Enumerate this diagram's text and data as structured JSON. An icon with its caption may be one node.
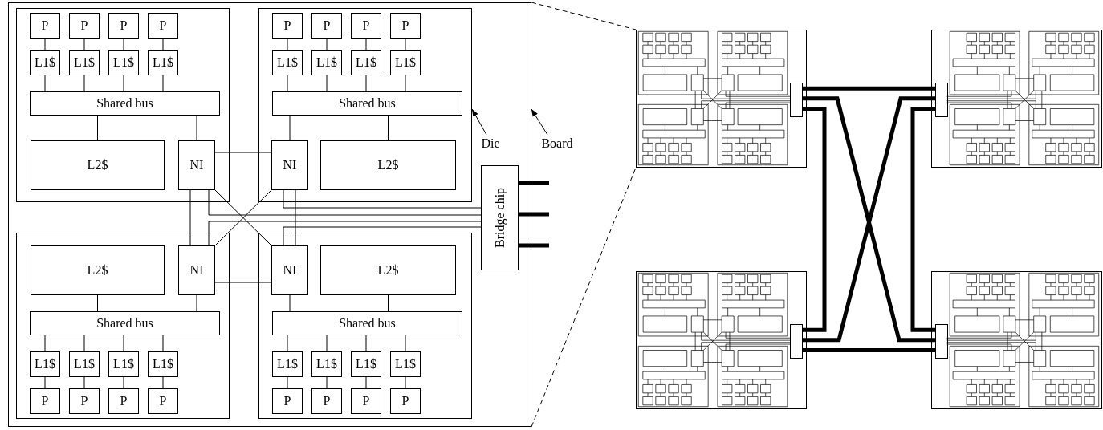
{
  "diagram": {
    "nodes": [
      {
        "text": [],
        "shape": "box"
      },
      {
        "text": [],
        "shape": "box",
        "in": 0
      },
      {
        "text": [
          "P"
        ],
        "in": 1
      },
      {
        "text": [
          "P"
        ],
        "in": 1
      },
      {
        "text": [
          "P"
        ],
        "in": 1
      },
      {
        "text": [
          "P"
        ],
        "in": 1
      },
      {
        "text": [
          "L1$"
        ],
        "in": 1
      },
      {
        "text": [
          "L1$"
        ],
        "in": 1
      },
      {
        "text": [
          "L1$"
        ],
        "in": 1
      },
      {
        "text": [
          "L1$"
        ],
        "in": 1
      },
      {
        "text": [
          "Shared bus"
        ],
        "in": 1
      },
      {
        "text": [
          "L2$"
        ],
        "in": 1
      },
      {
        "text": [
          "NI"
        ],
        "in": 1
      },
      {
        "text": [],
        "shape": "box",
        "in": 0
      },
      {
        "text": [
          "P"
        ],
        "in": 13
      },
      {
        "text": [
          "P"
        ],
        "in": 13
      },
      {
        "text": [
          "P"
        ],
        "in": 13
      },
      {
        "text": [
          "P"
        ],
        "in": 13
      },
      {
        "text": [
          "L1$"
        ],
        "in": 13
      },
      {
        "text": [
          "L1$"
        ],
        "in": 13
      },
      {
        "text": [
          "L1$"
        ],
        "in": 13
      },
      {
        "text": [
          "L1$"
        ],
        "in": 13
      },
      {
        "text": [
          "Shared bus"
        ],
        "in": 13
      },
      {
        "text": [
          "NI"
        ],
        "in": 13
      },
      {
        "text": [
          "L2$"
        ],
        "in": 13
      },
      {
        "text": [
          "Bridge chip"
        ],
        "in": 0
      },
      {
        "text": [
          "Die"
        ],
        "in": 0
      },
      {
        "text": [
          "Board"
        ]
      },
      {
        "text": [],
        "shape": "box",
        "in": 0
      },
      {
        "text": [
          "L2$"
        ],
        "in": 28
      },
      {
        "text": [
          "NI"
        ],
        "in": 28
      },
      {
        "text": [
          "Shared bus"
        ],
        "in": 28
      },
      {
        "text": [
          "L1$"
        ],
        "in": 28
      },
      {
        "text": [
          "L1$"
        ],
        "in": 28
      },
      {
        "text": [
          "L1$"
        ],
        "in": 28
      },
      {
        "text": [
          "L1$"
        ],
        "in": 28
      },
      {
        "text": [
          "P"
        ],
        "in": 28
      },
      {
        "text": [
          "P"
        ],
        "in": 28
      },
      {
        "text": [
          "P"
        ],
        "in": 28
      },
      {
        "text": [
          "P"
        ],
        "in": 28
      },
      {
        "text": [],
        "shape": "box",
        "in": 0
      },
      {
        "text": [
          "NI"
        ],
        "in": 40
      },
      {
        "text": [
          "L2$"
        ],
        "in": 40
      },
      {
        "text": [
          "Shared bus"
        ],
        "in": 40
      },
      {
        "text": [
          "L1$"
        ],
        "in": 40
      },
      {
        "text": [
          "L1$"
        ],
        "in": 40
      },
      {
        "text": [
          "L1$"
        ],
        "in": 40
      },
      {
        "text": [
          "L1$"
        ],
        "in": 40
      },
      {
        "text": [
          "P"
        ],
        "in": 40
      },
      {
        "text": [
          "P"
        ],
        "in": 40
      },
      {
        "text": [
          "P"
        ],
        "in": 40
      },
      {
        "text": [
          "P"
        ],
        "in": 40
      },
      {
        "text": [],
        "shape": "box"
      },
      {
        "text": [],
        "shape": "box",
        "in": 52
      },
      {
        "text": [],
        "shape": "box"
      },
      {
        "text": [],
        "shape": "box",
        "in": 54
      },
      {
        "text": [],
        "shape": "box"
      },
      {
        "text": [],
        "shape": "box",
        "in": 56
      },
      {
        "text": [],
        "shape": "box"
      },
      {
        "text": [],
        "shape": "box",
        "in": 58
      }
    ],
    "edges": [
      {
        "from": 2,
        "to": 6,
        "arrow": "none"
      },
      {
        "from": 3,
        "to": 7,
        "arrow": "none"
      },
      {
        "from": 4,
        "to": 8,
        "arrow": "none"
      },
      {
        "from": 5,
        "to": 9,
        "arrow": "none"
      },
      {
        "from": 6,
        "to": 10,
        "arrow": "none"
      },
      {
        "from": 7,
        "to": 10,
        "arrow": "none"
      },
      {
        "from": 8,
        "to": 10,
        "arrow": "none"
      },
      {
        "from": 9,
        "to": 10,
        "arrow": "none"
      },
      {
        "from": 10,
        "to": 11,
        "arrow": "none"
      },
      {
        "from": 10,
        "to": 12,
        "arrow": "none"
      },
      {
        "from": 14,
        "to": 18,
        "arrow": "none"
      },
      {
        "from": 15,
        "to": 19,
        "arrow": "none"
      },
      {
        "from": 16,
        "to": 20,
        "arrow": "none"
      },
      {
        "from": 17,
        "to": 21,
        "arrow": "none"
      },
      {
        "from": 18,
        "to": 22,
        "arrow": "none"
      },
      {
        "from": 19,
        "to": 22,
        "arrow": "none"
      },
      {
        "from": 20,
        "to": 22,
        "arrow": "none"
      },
      {
        "from": 21,
        "to": 22,
        "arrow": "none"
      },
      {
        "from": 22,
        "to": 24,
        "arrow": "none"
      },
      {
        "from": 22,
        "to": 23,
        "arrow": "none"
      },
      {
        "from": 29,
        "to": 31,
        "arrow": "none"
      },
      {
        "from": 30,
        "to": 31,
        "arrow": "none"
      },
      {
        "from": 31,
        "to": 32,
        "arrow": "none"
      },
      {
        "from": 31,
        "to": 33,
        "arrow": "none"
      },
      {
        "from": 31,
        "to": 34,
        "arrow": "none"
      },
      {
        "from": 31,
        "to": 35,
        "arrow": "none"
      },
      {
        "from": 32,
        "to": 36,
        "arrow": "none"
      },
      {
        "from": 33,
        "to": 37,
        "arrow": "none"
      },
      {
        "from": 34,
        "to": 38,
        "arrow": "none"
      },
      {
        "from": 35,
        "to": 39,
        "arrow": "none"
      },
      {
        "from": 41,
        "to": 43,
        "arrow": "none"
      },
      {
        "from": 42,
        "to": 43,
        "arrow": "none"
      },
      {
        "from": 43,
        "to": 44,
        "arrow": "none"
      },
      {
        "from": 43,
        "to": 45,
        "arrow": "none"
      },
      {
        "from": 43,
        "to": 46,
        "arrow": "none"
      },
      {
        "from": 43,
        "to": 47,
        "arrow": "none"
      },
      {
        "from": 44,
        "to": 48,
        "arrow": "none"
      },
      {
        "from": 45,
        "to": 49,
        "arrow": "none"
      },
      {
        "from": 46,
        "to": 50,
        "arrow": "none"
      },
      {
        "from": 47,
        "to": 51,
        "arrow": "none"
      },
      {
        "from": 12,
        "to": 23,
        "arrow": "none"
      },
      {
        "from": 12,
        "to": 30,
        "arrow": "none"
      },
      {
        "from": 12,
        "to": 41,
        "arrow": "none"
      },
      {
        "from": 23,
        "to": 30,
        "arrow": "none"
      },
      {
        "from": 23,
        "to": 41,
        "arrow": "none"
      },
      {
        "from": 30,
        "to": 41,
        "arrow": "none"
      },
      {
        "from": 12,
        "to": 25,
        "arrow": "none"
      },
      {
        "from": 23,
        "to": 25,
        "arrow": "none"
      },
      {
        "from": 30,
        "to": 25,
        "arrow": "none"
      },
      {
        "from": 41,
        "to": 25,
        "arrow": "none"
      },
      {
        "from": 25,
        "to": null,
        "arrow": "none",
        "style": "thick"
      },
      {
        "from": 25,
        "to": null,
        "arrow": "none",
        "style": "thick"
      },
      {
        "from": 25,
        "to": null,
        "arrow": "none",
        "style": "thick"
      },
      {
        "from": 26,
        "to": 13,
        "arrow": "to"
      },
      {
        "from": 27,
        "to": 0,
        "arrow": "to"
      },
      {
        "from": 0,
        "to": 52,
        "arrow": "none",
        "style": "dashed"
      },
      {
        "from": 0,
        "to": 52,
        "arrow": "none",
        "style": "dashed"
      },
      {
        "from": 53,
        "to": 55,
        "arrow": "none",
        "style": "thick"
      },
      {
        "from": 53,
        "to": 59,
        "arrow": "none",
        "style": "thick"
      },
      {
        "from": 53,
        "to": 57,
        "arrow": "none",
        "style": "thick"
      },
      {
        "from": 55,
        "to": 57,
        "arrow": "none",
        "style": "thick"
      },
      {
        "from": 55,
        "to": 59,
        "arrow": "none",
        "style": "thick"
      },
      {
        "from": 57,
        "to": 59,
        "arrow": "none",
        "style": "thick"
      }
    ]
  }
}
